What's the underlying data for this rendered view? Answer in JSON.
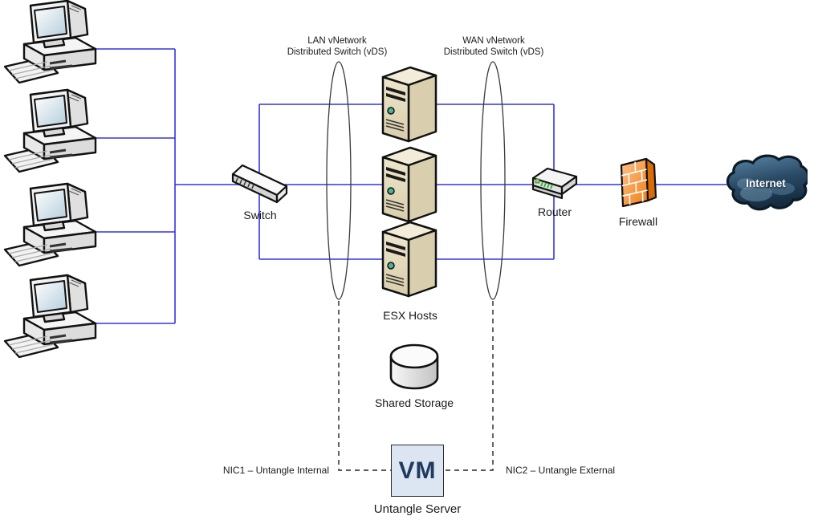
{
  "labels": {
    "lan_vds": {
      "line1": "LAN vNetwork",
      "line2": "Distributed Switch (vDS)"
    },
    "wan_vds": {
      "line1": "WAN vNetwork",
      "line2": "Distributed Switch (vDS)"
    },
    "switch": "Switch",
    "router": "Router",
    "firewall": "Firewall",
    "internet": "Internet",
    "esx_hosts": "ESX Hosts",
    "shared_storage": "Shared Storage",
    "vm": "VM",
    "untangle_server": "Untangle Server",
    "nic1": "NIC1 – Untangle Internal",
    "nic2": "NIC2 – Untangle External"
  },
  "icons": {
    "workstation": "desktop-computer-with-keyboard",
    "switch": "gray-3d-bar-switch",
    "esx_host": "beige-tower-server",
    "router": "gray-3d-router-with-green-leds",
    "firewall": "orange-brick-wall",
    "internet": "dark-blue-cloud",
    "shared_storage": "gray-cylinder",
    "vm": "light-blue-square"
  },
  "counts": {
    "workstations": 4,
    "esx_hosts": 3
  },
  "colors": {
    "link_blue": "#3333e0",
    "dashed_connector": "#222222",
    "vds_ellipse_stroke": "#3a3a3a",
    "server_front": "#e7dfc4",
    "server_side": "#d9cfae",
    "firewall_orange": "#ef7d17",
    "firewall_side": "#d96b08",
    "cloud_blue": "#24445f",
    "vm_fill": "#dce6f2",
    "vm_text": "#1f3a5f"
  }
}
